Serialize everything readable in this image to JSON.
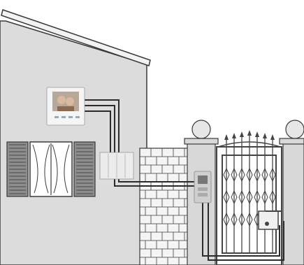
{
  "diagram": {
    "colors": {
      "wall": "#dcdcdc",
      "wall_dark": "#c9c9c9",
      "outline": "#3a3a3a",
      "roof": "#f2f2f2",
      "wire": "#2b2b2b",
      "brick": "#f4f4f4",
      "shutter": "#8d8d8d",
      "window_frame": "#ffffff",
      "gate": "#444444",
      "pillar": "#d8d8d8",
      "ball": "#e6e6e6",
      "monitor_body": "#f5f5f5",
      "controller_body": "#ececec",
      "panel_body": "#cfcfcf"
    },
    "components": [
      {
        "id": "video-monitor",
        "icon": "video-monitor-icon"
      },
      {
        "id": "power-supply",
        "icon": "power-supply-icon"
      },
      {
        "id": "door-entry-panel",
        "icon": "door-entry-panel-icon"
      },
      {
        "id": "electric-lock",
        "icon": "electric-lock-icon"
      }
    ]
  }
}
